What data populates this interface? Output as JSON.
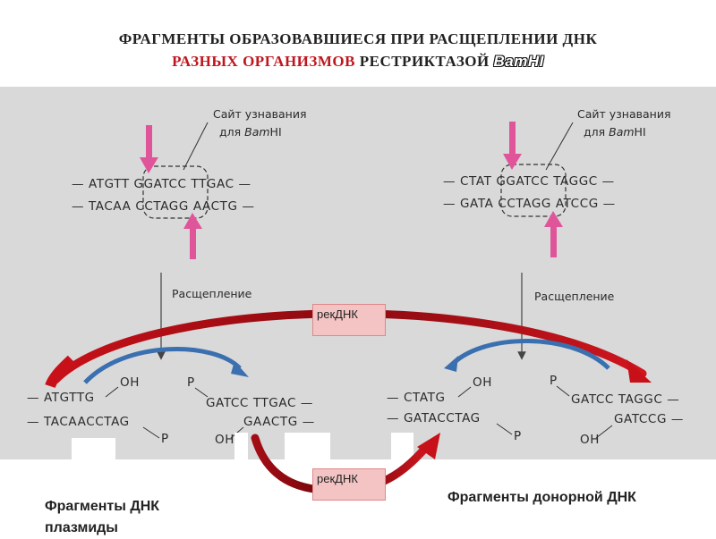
{
  "title": {
    "line1": "ФРАГМЕНТЫ  ОБРАЗОВАВШИЕСЯ  ПРИ РАСЩЕПЛЕНИИ ДНК",
    "line2_red": "РАЗНЫХ  ОРГАНИЗМОВ",
    "line2_dark": "РЕСТРИКТАЗОЙ",
    "line2_enzyme": "BamHI"
  },
  "left": {
    "site_label_1": "Сайт узнавания",
    "site_label_2": "для ",
    "site_label_enzyme": "Bam",
    "site_label_suffix": "HI",
    "top_strand": "— ATGTT GGATCC TTGAC —",
    "bottom_strand": "— TACAA CCTAGG AACTG —",
    "cleave_label": "Расщепление",
    "frag_a_top": "— ATGTTG",
    "frag_a_oh": "OH",
    "frag_a_bottom": "— TACAACCTAG",
    "frag_a_p": "P",
    "frag_b_p": "P",
    "frag_b_top": "GATCC TTGAC —",
    "frag_b_bottom": "GAACTG —",
    "frag_b_oh": "OH"
  },
  "right": {
    "site_label_1": "Сайт узнавания",
    "site_label_2": "для ",
    "site_label_enzyme": "Bam",
    "site_label_suffix": "HI",
    "top_strand": "— CTAT GGATCC TAGGC —",
    "bottom_strand": "— GATA CCTAGG ATCCG —",
    "cleave_label": "Расщепление",
    "frag_a_top": "— CTATG",
    "frag_a_oh": "OH",
    "frag_a_bottom": "— GATACCTAG",
    "frag_a_p": "P",
    "frag_b_p": "P",
    "frag_b_top": "GATCC TAGGC —",
    "frag_b_bottom": "GATCCG —",
    "frag_b_oh": "OH"
  },
  "rek_top": "рекДНК",
  "rek_bottom": "рекДНК",
  "caption_left": "Фрагменты ДНК плазмиды",
  "caption_right": "Фрагменты донорной ДНК",
  "colors": {
    "arrow_pink": "#e0559a",
    "arrow_red": "#b0101a",
    "arrow_blue": "#3a6fb0",
    "rek_box": "#f4c4c4",
    "panel": "#d9d9d9"
  }
}
